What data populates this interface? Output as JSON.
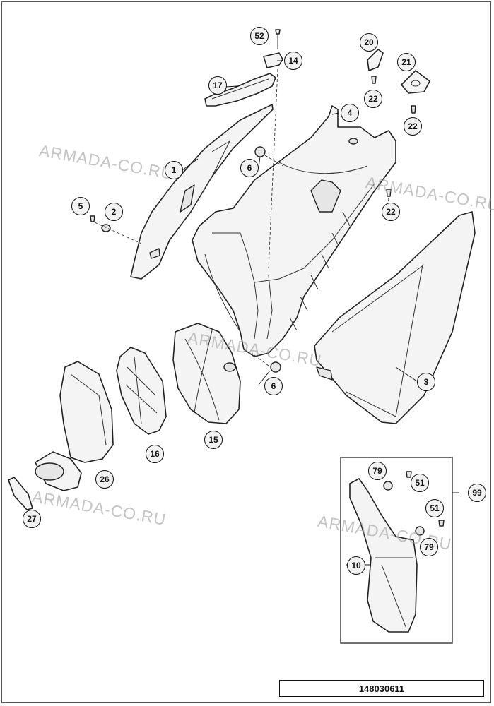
{
  "diagram": {
    "watermark": "ARMADA-CO.RU",
    "document_number": "148030611",
    "callouts": [
      {
        "id": "c1",
        "label": "1"
      },
      {
        "id": "c2",
        "label": "2"
      },
      {
        "id": "c3",
        "label": "3"
      },
      {
        "id": "c4",
        "label": "4"
      },
      {
        "id": "c5",
        "label": "5"
      },
      {
        "id": "c6a",
        "label": "6"
      },
      {
        "id": "c6b",
        "label": "6"
      },
      {
        "id": "c10",
        "label": "10"
      },
      {
        "id": "c14",
        "label": "14"
      },
      {
        "id": "c15",
        "label": "15"
      },
      {
        "id": "c16",
        "label": "16"
      },
      {
        "id": "c17",
        "label": "17"
      },
      {
        "id": "c20",
        "label": "20"
      },
      {
        "id": "c21",
        "label": "21"
      },
      {
        "id": "c22a",
        "label": "22"
      },
      {
        "id": "c22b",
        "label": "22"
      },
      {
        "id": "c22c",
        "label": "22"
      },
      {
        "id": "c26",
        "label": "26"
      },
      {
        "id": "c27",
        "label": "27"
      },
      {
        "id": "c51a",
        "label": "51"
      },
      {
        "id": "c51b",
        "label": "51"
      },
      {
        "id": "c52",
        "label": "52"
      },
      {
        "id": "c79a",
        "label": "79"
      },
      {
        "id": "c79b",
        "label": "79"
      },
      {
        "id": "c99",
        "label": "99"
      }
    ]
  }
}
